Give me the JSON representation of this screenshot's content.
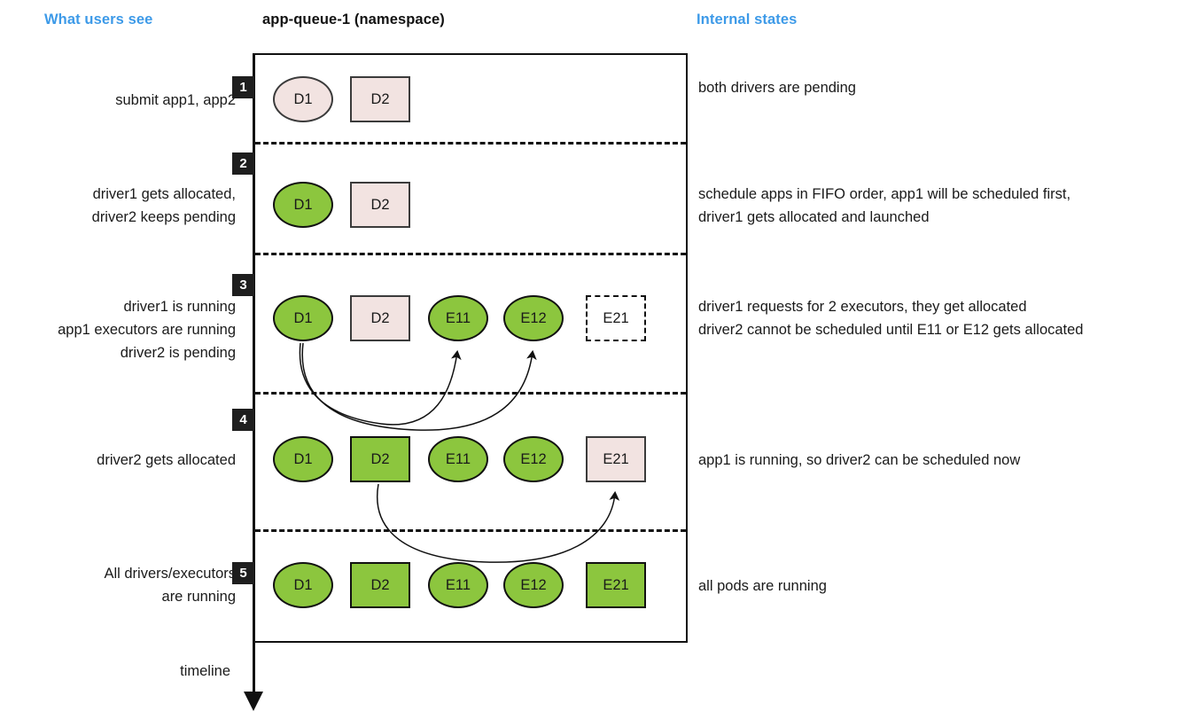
{
  "headers": {
    "left": "What users see",
    "center": "app-queue-1 (namespace)",
    "right": "Internal states"
  },
  "timeline": {
    "label": "timeline",
    "arrow_icon": "down-arrow-icon"
  },
  "steps": [
    {
      "number": "1",
      "left_text": "submit app1, app2",
      "right_text": "both drivers are pending",
      "pods": [
        {
          "label": "D1",
          "shape": "ellipse",
          "state": "pending"
        },
        {
          "label": "D2",
          "shape": "rect",
          "state": "pending"
        }
      ]
    },
    {
      "number": "2",
      "left_text": "driver1 gets allocated,\ndriver2 keeps pending",
      "right_text": "schedule apps in FIFO order, app1 will be scheduled first,\ndriver1 gets allocated and launched",
      "pods": [
        {
          "label": "D1",
          "shape": "ellipse",
          "state": "running"
        },
        {
          "label": "D2",
          "shape": "rect",
          "state": "pending"
        }
      ]
    },
    {
      "number": "3",
      "left_text": "driver1 is running\napp1 executors are running\ndriver2 is pending",
      "right_text": "driver1 requests for 2 executors, they get allocated\ndriver2 cannot be scheduled until E11 or E12 gets allocated",
      "pods": [
        {
          "label": "D1",
          "shape": "ellipse",
          "state": "running"
        },
        {
          "label": "D2",
          "shape": "rect",
          "state": "pending"
        },
        {
          "label": "E11",
          "shape": "ellipse",
          "state": "running"
        },
        {
          "label": "E12",
          "shape": "ellipse",
          "state": "running"
        },
        {
          "label": "E21",
          "shape": "rect",
          "state": "ghost"
        }
      ]
    },
    {
      "number": "4",
      "left_text": "driver2 gets allocated",
      "right_text": "app1 is running, so driver2 can be scheduled now",
      "pods": [
        {
          "label": "D1",
          "shape": "ellipse",
          "state": "running"
        },
        {
          "label": "D2",
          "shape": "rect",
          "state": "running"
        },
        {
          "label": "E11",
          "shape": "ellipse",
          "state": "running"
        },
        {
          "label": "E12",
          "shape": "ellipse",
          "state": "running"
        },
        {
          "label": "E21",
          "shape": "rect",
          "state": "pending"
        }
      ]
    },
    {
      "number": "5",
      "left_text": "All drivers/executors\nare running",
      "right_text": "all pods are running",
      "pods": [
        {
          "label": "D1",
          "shape": "ellipse",
          "state": "running"
        },
        {
          "label": "D2",
          "shape": "rect",
          "state": "running"
        },
        {
          "label": "E11",
          "shape": "ellipse",
          "state": "running"
        },
        {
          "label": "E12",
          "shape": "ellipse",
          "state": "running"
        },
        {
          "label": "E21",
          "shape": "rect",
          "state": "running"
        }
      ]
    }
  ],
  "relations": [
    {
      "from": "step3.D1",
      "to": "step3.E11",
      "kind": "request-executor-arrow"
    },
    {
      "from": "step3.D1",
      "to": "step3.E12",
      "kind": "request-executor-arrow"
    },
    {
      "from": "step4.D2",
      "to": "step4.E21",
      "kind": "request-executor-arrow"
    }
  ],
  "colors": {
    "accent": "#3d9ae8",
    "running": "#8cc63e",
    "pending": "#f2e3e1",
    "stroke": "#111111",
    "badge": "#1e1e1e",
    "text": "#1a1a1a"
  }
}
